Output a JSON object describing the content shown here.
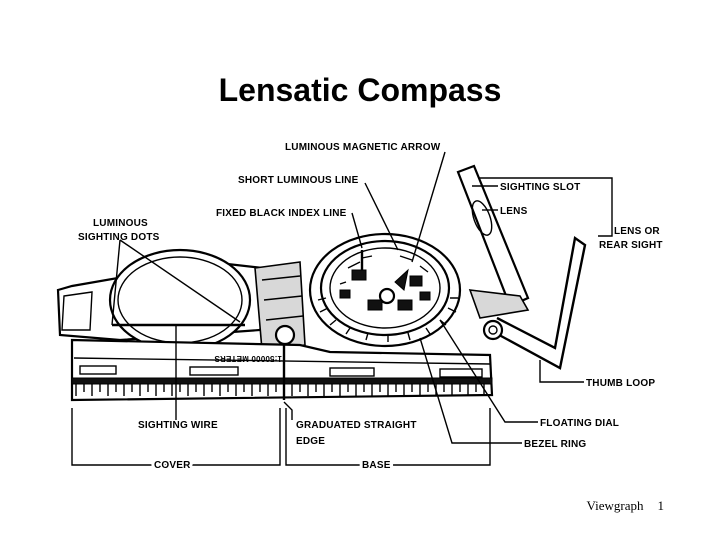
{
  "title": "Lensatic Compass",
  "footer": {
    "label": "Viewgraph",
    "page": "1"
  },
  "labels": {
    "luminous_magnetic_arrow": "LUMINOUS MAGNETIC ARROW",
    "short_luminous_line": "SHORT LUMINOUS LINE",
    "fixed_black_index_line": "FIXED BLACK INDEX LINE",
    "luminous_sighting_dots_1": "LUMINOUS",
    "luminous_sighting_dots_2": "SIGHTING DOTS",
    "sighting_slot": "SIGHTING SLOT",
    "lens": "LENS",
    "lens_or_rear_sight_1": "LENS OR",
    "lens_or_rear_sight_2": "REAR SIGHT",
    "thumb_loop": "THUMB LOOP",
    "floating_dial": "FLOATING DIAL",
    "bezel_ring": "BEZEL RING",
    "sighting_wire": "SIGHTING WIRE",
    "graduated_straight_edge_1": "GRADUATED STRAIGHT",
    "graduated_straight_edge_2": "EDGE",
    "cover": "COVER",
    "base": "BASE"
  },
  "scale_text": "1:50000 METERS"
}
